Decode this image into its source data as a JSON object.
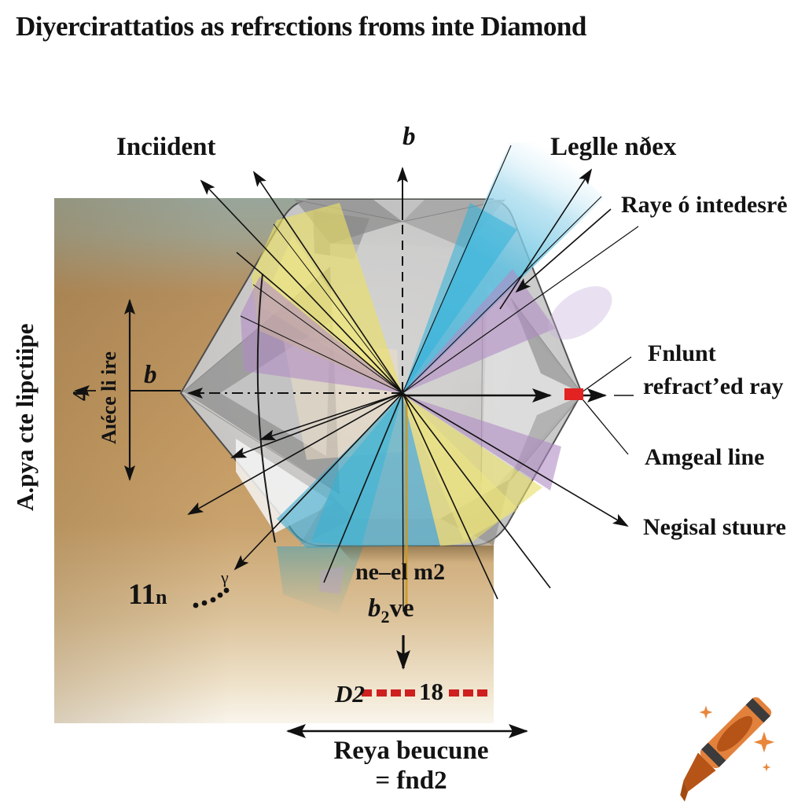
{
  "title": "Diyercirattatios as refrɛctions froms inte Diamond",
  "labels": {
    "incident": "Inciident",
    "b_top": "b",
    "legle": "Leglle nðex",
    "raye": "Raye ó intedesrė",
    "fnlunt": "Fnlunt",
    "refracted": "refractʼed ray",
    "amgeal": "Amgeal line",
    "negisal": "Negisal stuure",
    "b_left": "b",
    "axis_outer": "A.pya cte lipctiipe",
    "axis_inner": "Aıéce li ire",
    "four": "4",
    "ne_el": "ne–el m2",
    "b2": {
      "base": "b",
      "sub": "2",
      "rest": "ve"
    },
    "d2": "D2",
    "eighteen": "18",
    "eleven": {
      "main": "11",
      "sub": "n"
    },
    "gamma": "γ",
    "reya_line1": "Reya beucune",
    "reya_line2": "= fnd2"
  },
  "icons": {
    "crayon": "crayon-icon",
    "sparkle": "sparkle-icon"
  },
  "colors": {
    "ink": "#131313",
    "background_band": "#98a59a",
    "background_tan": "#c49a63",
    "beam_cyan": "#45b2d8",
    "wedge_yellow": "#e9df67",
    "wedge_purple": "#b08cc4",
    "wedge_teal": "#35aecd",
    "red_marker": "#e32222",
    "red_dash": "#cf1f1f",
    "yellow_line": "#cc9922",
    "crayon_body": "#e2813c",
    "crayon_dark": "#b65418",
    "crayon_stripe": "#3b3b3b"
  }
}
